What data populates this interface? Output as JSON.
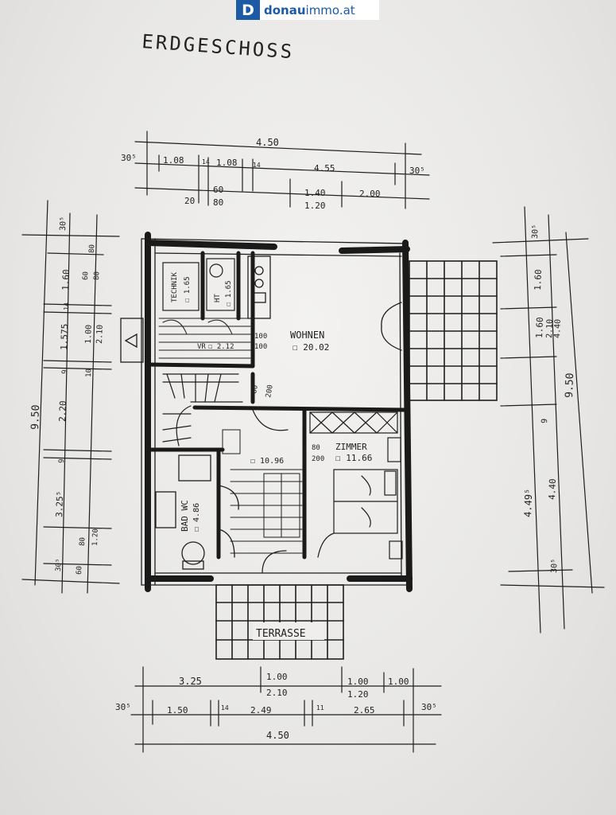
{
  "brand": {
    "mark": "D",
    "name_bold": "donau",
    "name_light": "immo.at"
  },
  "title": "ERDGESCHOSS",
  "rooms": {
    "technik": {
      "name": "TECHNIK",
      "area": "☐ 1.65"
    },
    "ht": {
      "name": "HT",
      "area": "☐ 1.65"
    },
    "wohnen": {
      "name": "WOHNEN",
      "area": "☐ 20.02"
    },
    "vr": {
      "name": "VR",
      "area": "☐ 2.12"
    },
    "vorraum": {
      "area": "☐ 10.96"
    },
    "zimmer": {
      "name": "ZIMMER",
      "area": "☐ 11.66"
    },
    "wc": {
      "name": "BAD WC",
      "area": "☐ 4.86"
    },
    "terrasse": {
      "name": "TERRASSE"
    }
  },
  "dims_top": {
    "overall": "4.50",
    "row2": [
      "30⁵",
      "1.08",
      "14",
      "1.08",
      "14",
      "4.55",
      "30⁵"
    ],
    "row3": [
      "20",
      "60",
      "80",
      "1.40",
      "1.20",
      "2.00"
    ]
  },
  "dims_left": {
    "overall": "9.50",
    "outer": [
      "30⁵",
      "1.60",
      "14",
      "1.575",
      "9",
      "2.20",
      "9",
      "3.25⁵",
      "30⁵"
    ],
    "inner": [
      "80",
      "60",
      "80",
      "1.00",
      "2.10",
      "10",
      "80",
      "1.20",
      "60"
    ]
  },
  "dims_right": {
    "overall": "9.50",
    "a": [
      "30⁵",
      "1.60",
      "1.60",
      "9",
      "4.49⁵"
    ],
    "b": [
      "2.10",
      "4.40",
      "4.40",
      "30⁵"
    ]
  },
  "dims_bottom": {
    "row1": [
      "3.25",
      "1.00",
      "2.10",
      "1.00",
      "1.20",
      "1.00"
    ],
    "row2": [
      "30⁵",
      "1.50",
      "14",
      "2.49",
      "11",
      "2.65",
      "30⁵"
    ],
    "overall": "4.50"
  },
  "door_labels": {
    "wohnen_door": [
      "100",
      "100"
    ],
    "flur_door": [
      "80",
      "200"
    ],
    "zimmer_door": [
      "80",
      "200"
    ]
  }
}
